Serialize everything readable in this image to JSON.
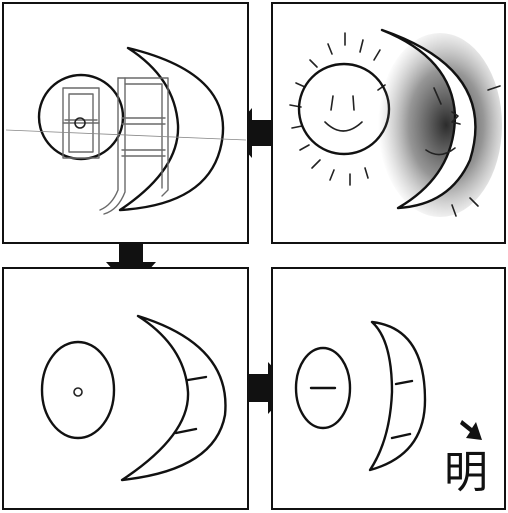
{
  "result_character": "明",
  "panels": [
    {
      "id": "sun-and-moon-picture"
    },
    {
      "id": "character-over-picture"
    },
    {
      "id": "simplified-sun-and-moon"
    },
    {
      "id": "strokes-as-character"
    }
  ],
  "colors": {
    "ink": "#111111",
    "ghost": "#6a6a6a",
    "shadow": "#303030"
  }
}
